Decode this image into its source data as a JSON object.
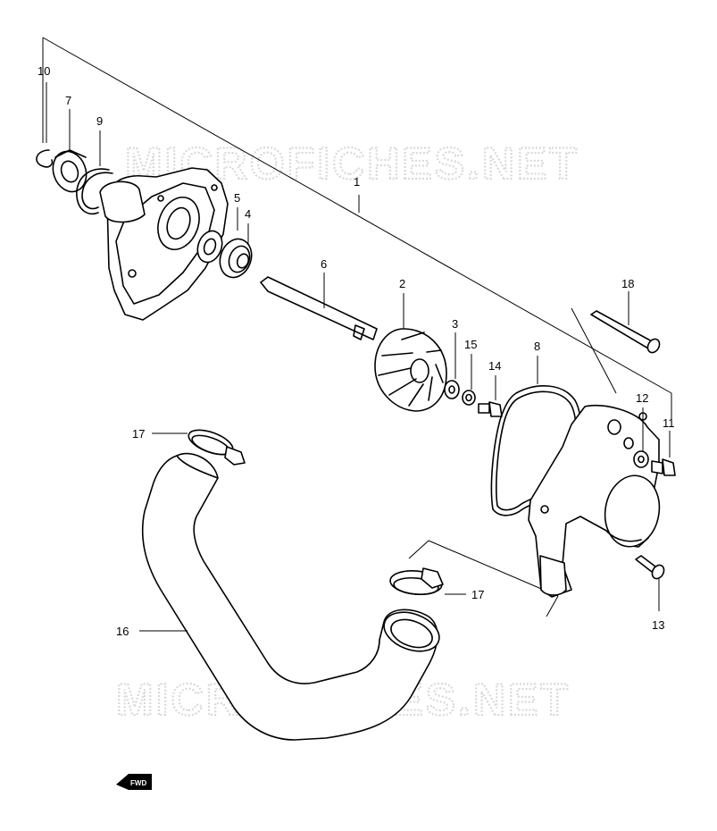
{
  "watermark": {
    "text": "MICROFICHES.NET"
  },
  "fwd_badge": {
    "text": "FWD"
  },
  "callouts": {
    "c1": "1",
    "c2": "2",
    "c3": "3",
    "c4": "4",
    "c5": "5",
    "c6": "6",
    "c7": "7",
    "c8": "8",
    "c9": "9",
    "c10": "10",
    "c11": "11",
    "c12": "12",
    "c13": "13",
    "c14": "14",
    "c15": "15",
    "c16": "16",
    "c17a": "17",
    "c17b": "17",
    "c18": "18"
  },
  "colors": {
    "line": "#000000",
    "watermark": "#d9d9d9",
    "background": "#ffffff"
  }
}
